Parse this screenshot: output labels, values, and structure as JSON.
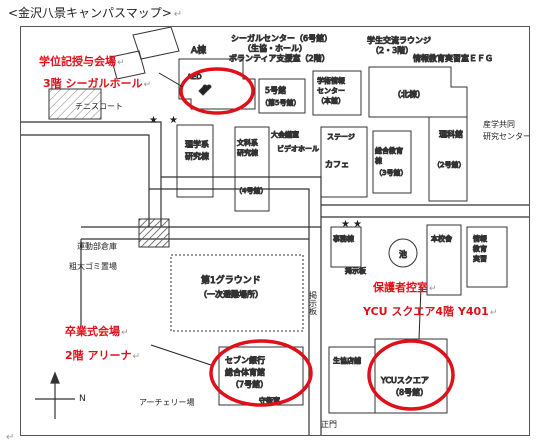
{
  "title": "<金沢八景キャンパスマップ>",
  "para_mark": "↵",
  "annotations": {
    "graduation_ceremony": {
      "line1": "学位記授与会場",
      "line2": "3階 シーガルホール"
    },
    "parents_room": {
      "line1": "保護者控室",
      "line2": "YCU スクエア4階 Y401"
    },
    "commencement": {
      "line1": "卒業式会場",
      "line2": "2階 アリーナ"
    }
  },
  "labels": {
    "a_building": "A棟",
    "seagull_center": "シーガルセンター（6号館）",
    "seagull_sub": "（生協・ホール）",
    "volunteer": "ボランティア支援室（2階）",
    "student_lounge": "学生交流ラウンジ",
    "student_lounge_sub": "（2・3階）",
    "it_rooms": "情報教育実習室ＥＦＧ",
    "aed": "AED",
    "bldg5_line1": "5号館",
    "bldg5_line2": "（第5号館）",
    "academic_info_line1": "学術情報",
    "academic_info_line2": "センター",
    "academic_info_line3": "（本館）",
    "north_bldg": "（北棟）",
    "science_lab_line1": "理学系",
    "science_lab_line2": "研究棟",
    "tennis": "テニスコート",
    "lecture_hall": "大会議室",
    "video_hall": "ビデオホール",
    "humanities_line1": "文科系",
    "humanities_line2": "研究棟",
    "humanities_line3": "（4号館）",
    "stage": "ステージ",
    "general_edu_line1": "総合教育",
    "general_edu_line2": "棟",
    "general_edu_line3": "（3号館）",
    "cafe": "カフェ",
    "science_building": "理科館",
    "bldg2": "（2号館）",
    "industry_center_line1": "産学共同",
    "industry_center_line2": "研究センター",
    "it_edu_line1": "情報",
    "it_edu_line2": "教育",
    "it_edu_line3": "実習",
    "warehouse": "運動部倉庫",
    "garbage": "粗大ゴミ置場",
    "affairs": "事務棟",
    "pond": "池",
    "notice_board": "掲示板",
    "main_building": "本校舎",
    "ground_line1": "第1グラウンド",
    "ground_line2": "（一次避難場所）",
    "notice_board_v": "掲示板",
    "seven_bank": "セブン銀行",
    "gym_line1": "総合体育館",
    "gym_line2": "（7号館）",
    "guard": "守衛室",
    "archery": "アーチェリー場",
    "main_gate": "正門",
    "ycu_line1": "YCUスクエア",
    "ycu_line2": "（8号館）",
    "co_op_store": "生協店舗",
    "north": "N"
  },
  "colors": {
    "highlight": "#e0101a",
    "line": "#333333",
    "hatch": "#555555"
  }
}
